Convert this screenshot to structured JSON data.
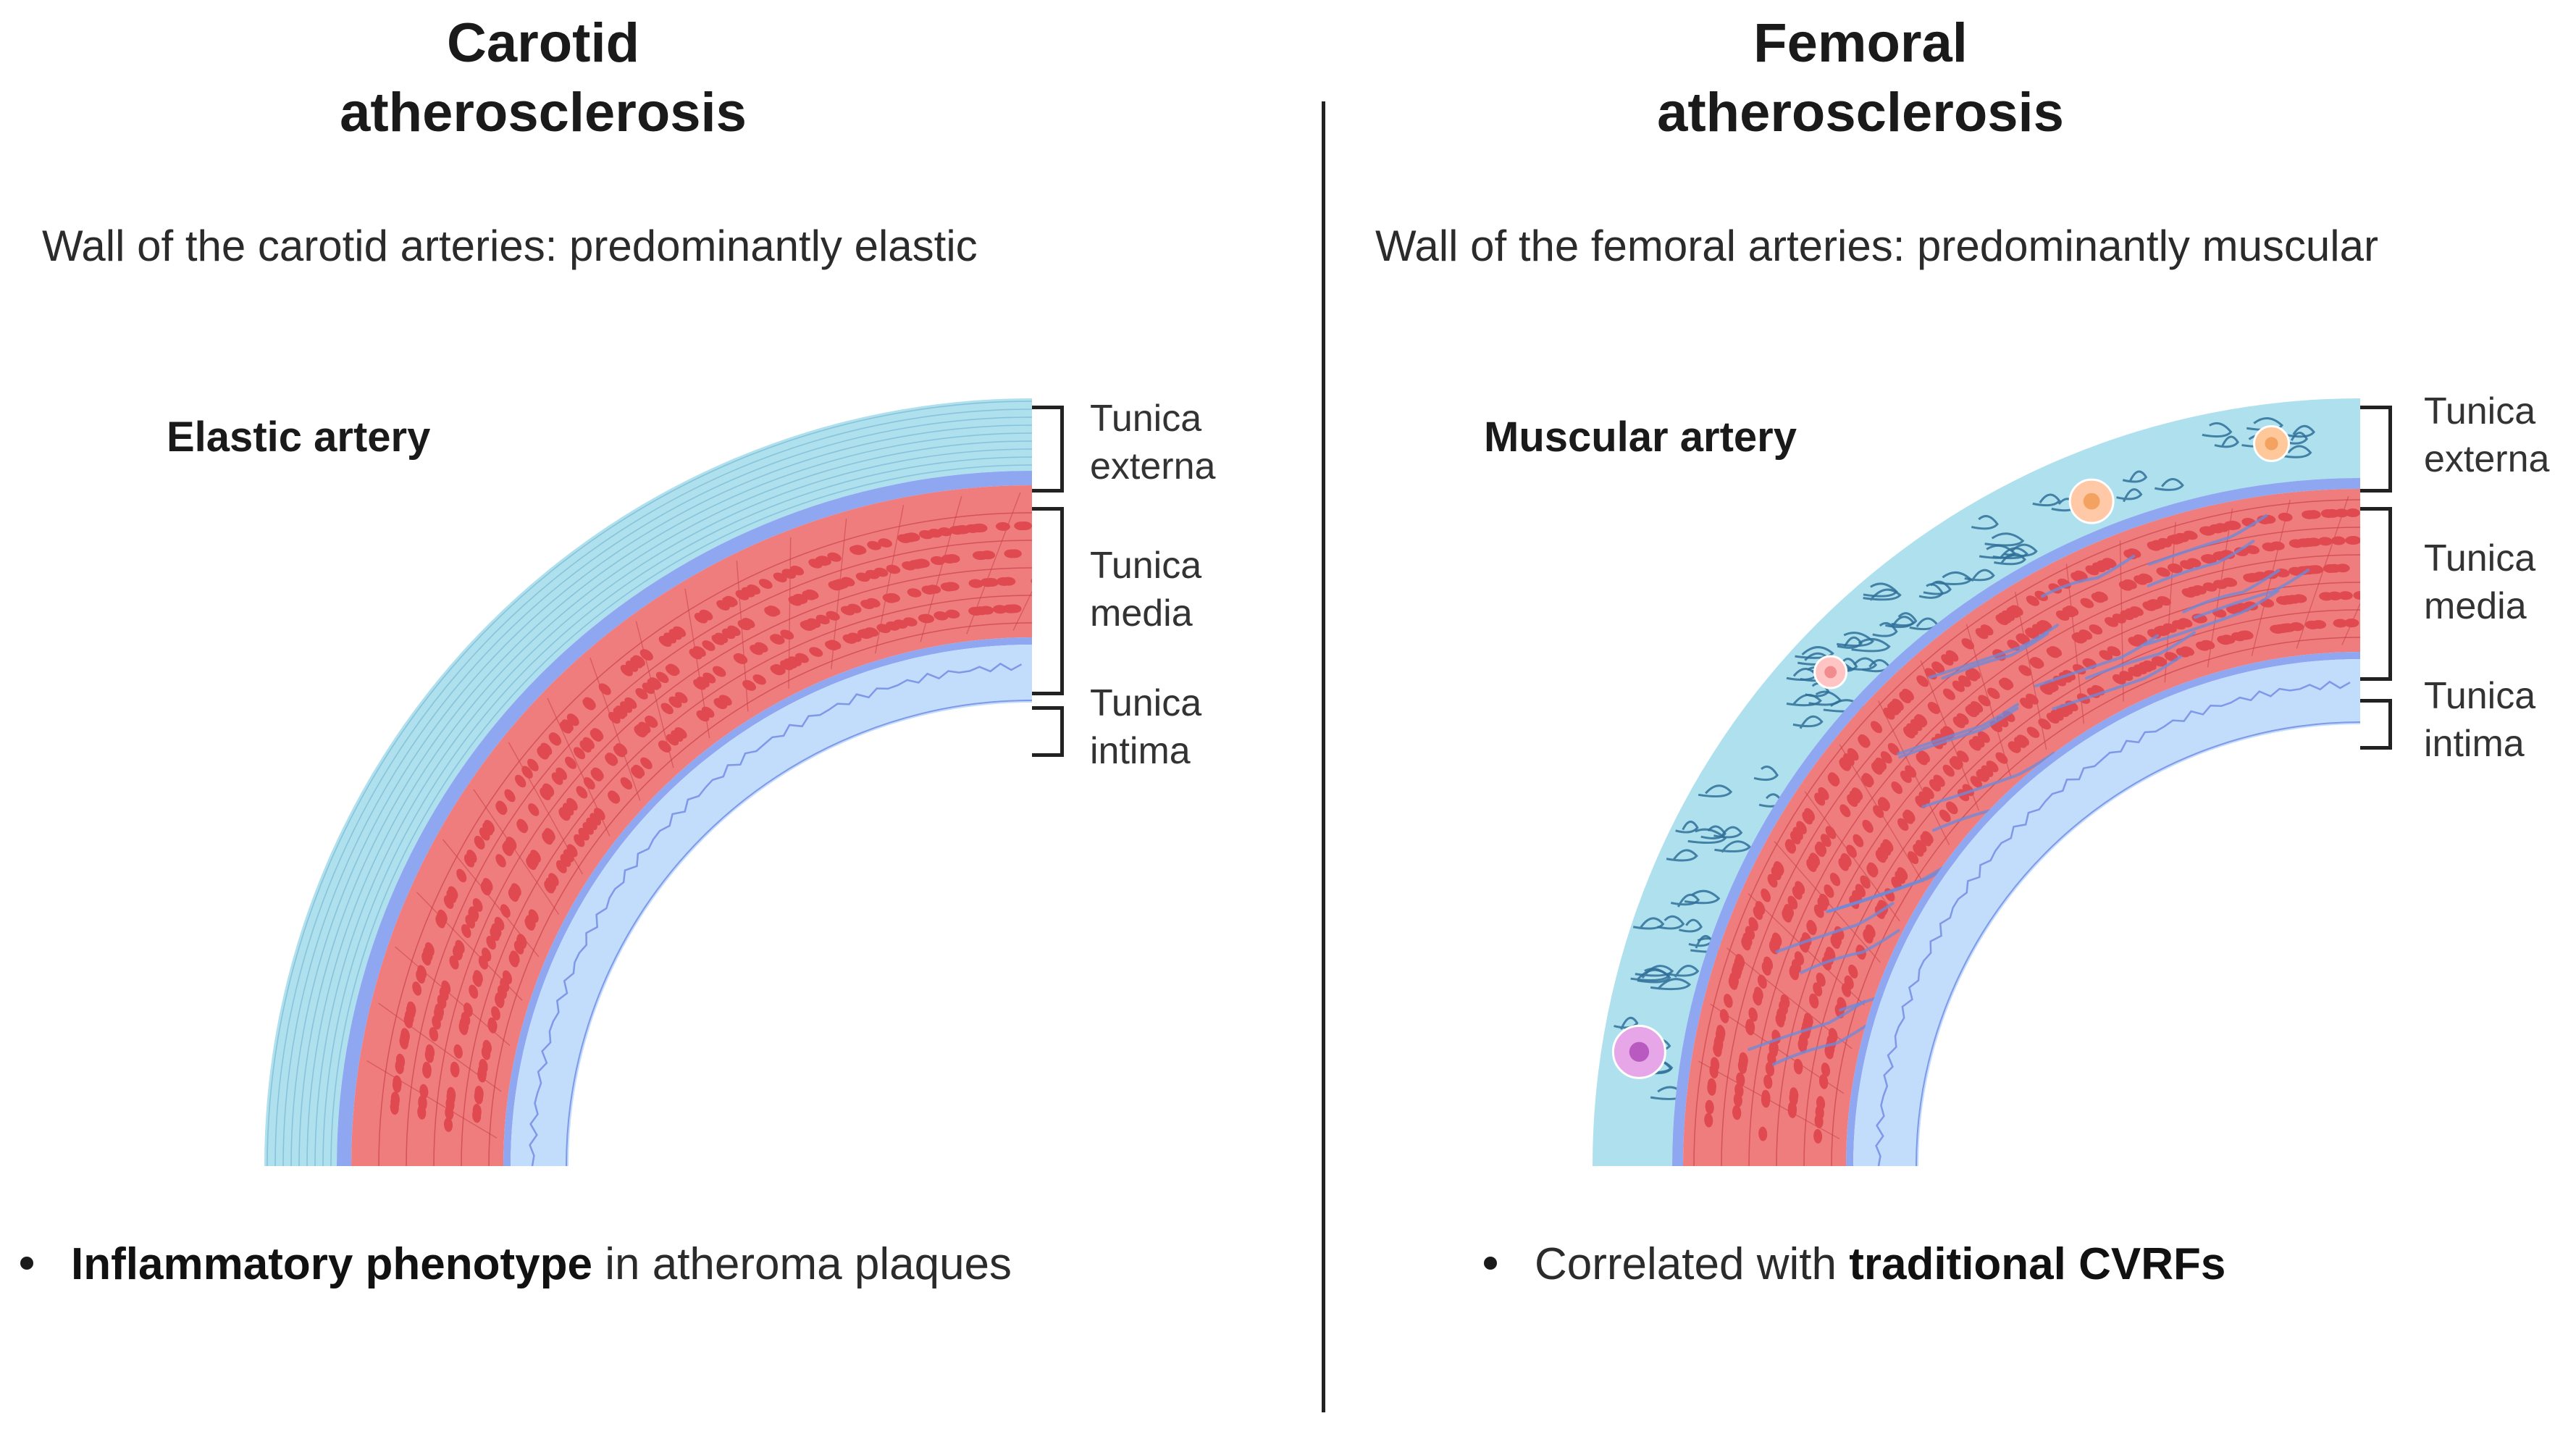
{
  "left_panel": {
    "title_line1": "Carotid",
    "title_line2": "atherosclerosis",
    "subtitle": "Wall of the carotid arteries: predominantly elastic",
    "artery_type": "Elastic artery",
    "layers": {
      "externa_line1": "Tunica",
      "externa_line2": "externa",
      "media_line1": "Tunica",
      "media_line2": "media",
      "intima_line1": "Tunica",
      "intima_line2": "intima"
    },
    "bullet_bold": "Inflammatory phenotype",
    "bullet_rest": " in atheroma plaques"
  },
  "right_panel": {
    "title_line1": "Femoral",
    "title_line2": "atherosclerosis",
    "subtitle": "Wall of the femoral arteries: predominantly muscular",
    "artery_type": "Muscular artery",
    "layers": {
      "externa_line1": "Tunica",
      "externa_line2": "externa",
      "media_line1": "Tunica",
      "media_line2": "media",
      "intima_line1": "Tunica",
      "intima_line2": "intima"
    },
    "bullet_rest": "Correlated with ",
    "bullet_bold": "traditional CVRFs"
  },
  "colors": {
    "externa": "#aee0ee",
    "externa_line": "#7fbcd6",
    "elastic_lamina": "#8fa6f0",
    "media": "#ef7d7d",
    "media_cell": "#e0494f",
    "media_line": "#c94048",
    "intima": "#c2dcfb",
    "intima_wave": "#7f98e8",
    "fiber": "#2f6f98",
    "muscle_fiber": "#6f8ad8",
    "bracket": "#222222"
  }
}
